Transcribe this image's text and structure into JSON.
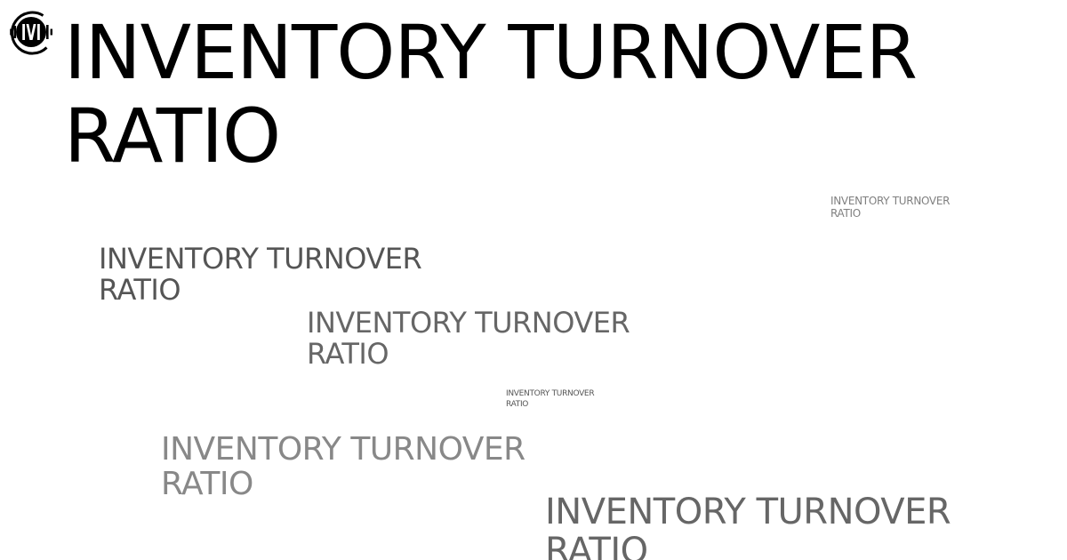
{
  "brand": {
    "logo_icon": "iwi-logo-icon",
    "logo_color": "#000000"
  },
  "headline": "INVENTORY TURNOVER\nRATIO",
  "echoes": [
    {
      "text": "INVENTORY TURNOVER\nRATIO",
      "color": "#808080"
    },
    {
      "text": "INVENTORY TURNOVER\nRATIO",
      "color": "#555555"
    },
    {
      "text": "INVENTORY TURNOVER\nRATIO",
      "color": "#666666"
    },
    {
      "text": "INVENTORY TURNOVER\nRATIO",
      "color": "#555555"
    },
    {
      "text": "INVENTORY TURNOVER\nRATIO",
      "color": "#888888"
    },
    {
      "text": "INVENTORY TURNOVER\nRATIO",
      "color": "#666666"
    }
  ]
}
